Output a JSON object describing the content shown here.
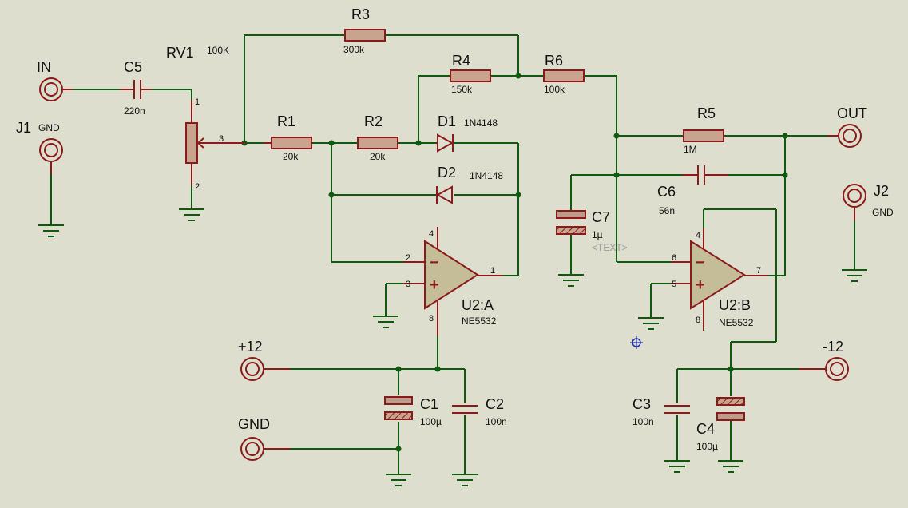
{
  "colors": {
    "background": "#dedece",
    "wire": "#0f5a0f",
    "component": "#8b1a1a",
    "component_fill": "#c8a48f",
    "opamp_fill": "#c4bd98"
  },
  "icons": [
    "connector-terminal-icon",
    "ground-icon",
    "crosshair-icon"
  ],
  "terminals": {
    "in": "IN",
    "j1": "J1",
    "j1_gnd": "GND",
    "out": "OUT",
    "j2": "J2",
    "j2_gnd": "GND",
    "pos12": "+12",
    "gnd": "GND",
    "neg12": "-12"
  },
  "resistors": {
    "r1": {
      "label": "R1",
      "value": "20k"
    },
    "r2": {
      "label": "R2",
      "value": "20k"
    },
    "r3": {
      "label": "R3",
      "value": "300k"
    },
    "r4": {
      "label": "R4",
      "value": "150k"
    },
    "r5": {
      "label": "R5",
      "value": "1M"
    },
    "r6": {
      "label": "R6",
      "value": "100k"
    }
  },
  "pot": {
    "label": "RV1",
    "value": "100K",
    "pin1": "1",
    "pin2": "2",
    "pin3": "3"
  },
  "capacitors": {
    "c1": {
      "label": "C1",
      "value": "100µ"
    },
    "c2": {
      "label": "C2",
      "value": "100n"
    },
    "c3": {
      "label": "C3",
      "value": "100n"
    },
    "c4": {
      "label": "C4",
      "value": "100µ"
    },
    "c5": {
      "label": "C5",
      "value": "220n"
    },
    "c6": {
      "label": "C6",
      "value": "56n"
    },
    "c7": {
      "label": "C7",
      "value": "1µ",
      "extra": "<TEXT>"
    }
  },
  "diodes": {
    "d1": {
      "label": "D1",
      "value": "1N4148"
    },
    "d2": {
      "label": "D2",
      "value": "1N4148"
    }
  },
  "opamps": {
    "u2a": {
      "label": "U2:A",
      "value": "NE5532",
      "pin_inv": "2",
      "pin_noninv": "3",
      "pin_out": "1",
      "pin_vplus": "4",
      "pin_vminus": "8"
    },
    "u2b": {
      "label": "U2:B",
      "value": "NE5532",
      "pin_inv": "6",
      "pin_noninv": "5",
      "pin_out": "7",
      "pin_vplus": "4",
      "pin_vminus": "8"
    }
  }
}
